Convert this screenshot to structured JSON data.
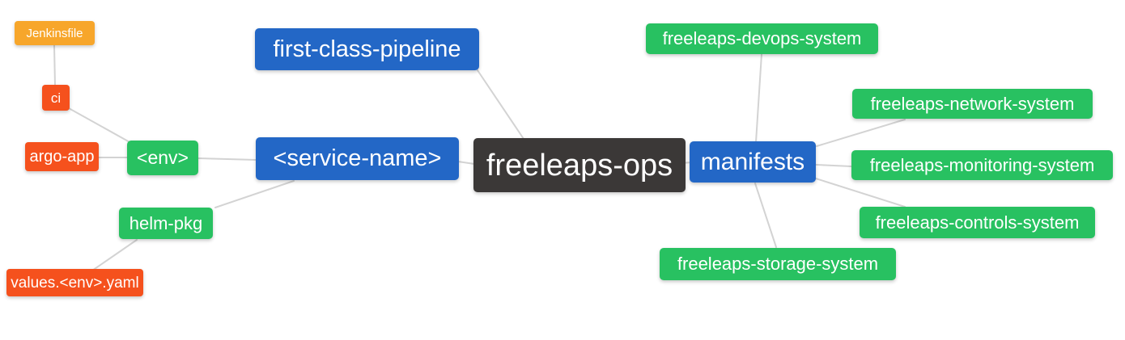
{
  "diagram": {
    "type": "mindmap",
    "root": "freeleaps-ops"
  },
  "nodes": {
    "jenkinsfile": {
      "label": "Jenkinsfile",
      "color": "orange"
    },
    "ci": {
      "label": "ci",
      "color": "red"
    },
    "argo_app": {
      "label": "argo-app",
      "color": "red"
    },
    "env": {
      "label": "<env>",
      "color": "green"
    },
    "helm_pkg": {
      "label": "helm-pkg",
      "color": "green"
    },
    "values_env_yaml": {
      "label": "values.<env>.yaml",
      "color": "red"
    },
    "first_class_pipeline": {
      "label": "first-class-pipeline",
      "color": "blue"
    },
    "service_name": {
      "label": "<service-name>",
      "color": "blue"
    },
    "freeleaps_ops": {
      "label": "freeleaps-ops",
      "color": "dark"
    },
    "manifests": {
      "label": "manifests",
      "color": "blue"
    },
    "devops_system": {
      "label": "freeleaps-devops-system",
      "color": "green"
    },
    "network_system": {
      "label": "freeleaps-network-system",
      "color": "green"
    },
    "monitoring_system": {
      "label": "freeleaps-monitoring-system",
      "color": "green"
    },
    "controls_system": {
      "label": "freeleaps-controls-system",
      "color": "green"
    },
    "storage_system": {
      "label": "freeleaps-storage-system",
      "color": "green"
    }
  },
  "edges": [
    {
      "from": "jenkinsfile",
      "to": "ci"
    },
    {
      "from": "ci",
      "to": "env"
    },
    {
      "from": "argo_app",
      "to": "env"
    },
    {
      "from": "env",
      "to": "service_name"
    },
    {
      "from": "service_name",
      "to": "helm_pkg"
    },
    {
      "from": "helm_pkg",
      "to": "values_env_yaml"
    },
    {
      "from": "first_class_pipeline",
      "to": "freeleaps_ops"
    },
    {
      "from": "service_name",
      "to": "freeleaps_ops"
    },
    {
      "from": "freeleaps_ops",
      "to": "manifests"
    },
    {
      "from": "manifests",
      "to": "devops_system"
    },
    {
      "from": "manifests",
      "to": "network_system"
    },
    {
      "from": "manifests",
      "to": "monitoring_system"
    },
    {
      "from": "manifests",
      "to": "controls_system"
    },
    {
      "from": "manifests",
      "to": "storage_system"
    }
  ],
  "palette": {
    "blue": "#2367C6",
    "green": "#28C161",
    "orange": "#F7A62B",
    "red": "#F5511D",
    "dark": "#3B3837",
    "edge": "#D3D3D3",
    "text": "#FFFFFF",
    "background": "#FFFFFF"
  }
}
